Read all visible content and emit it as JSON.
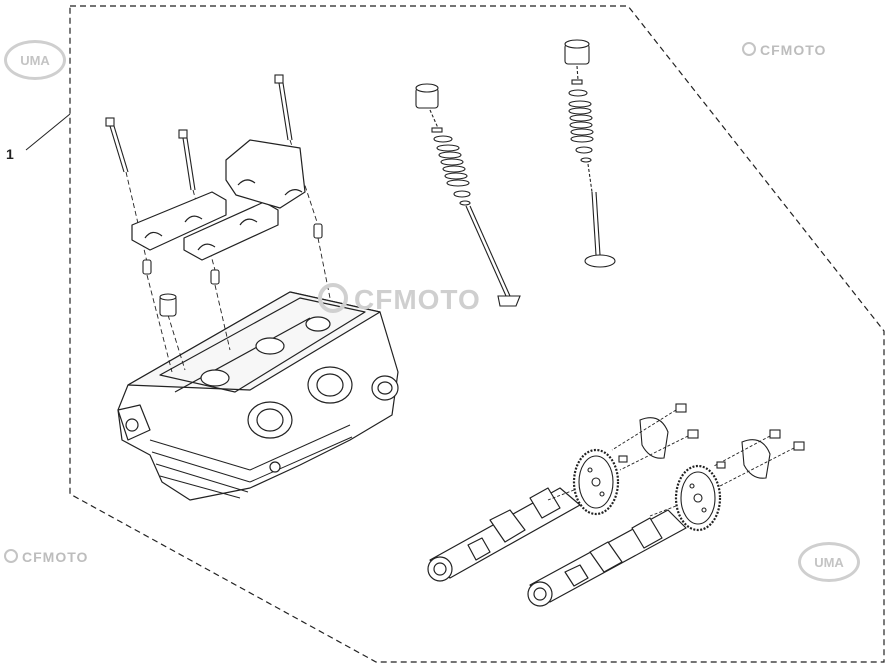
{
  "callout_number": "1",
  "watermarks": {
    "top_left_logo": "UMA",
    "top_right_brand": "CFMOTO",
    "center_brand": "CFMOTO",
    "bottom_left_brand": "CFMOTO",
    "bottom_right_logo": "UMA"
  },
  "colors": {
    "line": "#1a1a1a",
    "watermark": "#c4c4c4",
    "background": "#ffffff"
  }
}
